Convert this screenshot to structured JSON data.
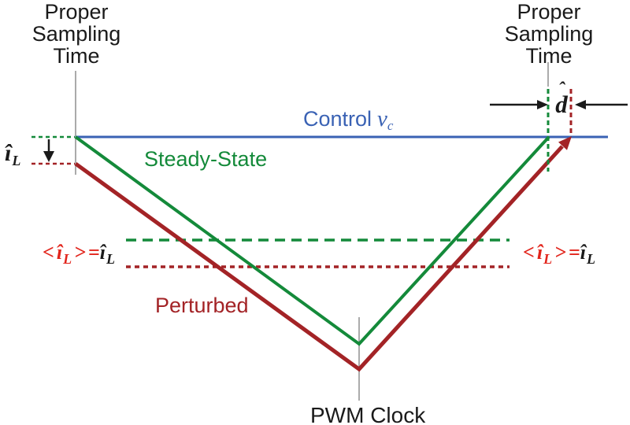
{
  "colors": {
    "blue": "#3A62B4",
    "green": "#148A3A",
    "darkred": "#A32326",
    "brightred": "#E2251C",
    "gray": "#ABABAB",
    "text": "#1A1A1A"
  },
  "labels": {
    "sampling_left": "Proper\nSampling\nTime",
    "sampling_right": "Proper\nSampling\nTime",
    "control_text": "Control",
    "control_var": "v",
    "control_sub": "c",
    "steady_state": "Steady-State",
    "perturbed": "Perturbed",
    "pwm_clock": "PWM Clock",
    "il_hat_base": "î",
    "il_hat_sub": "L",
    "d_hat_accent": "ˆ",
    "d_hat_base": "d",
    "avg": {
      "lt": "<",
      "i_hat": "î",
      "sub": "L",
      "gt": ">",
      "eq": "=",
      "i_hat2": "î",
      "sub2": "L"
    }
  }
}
